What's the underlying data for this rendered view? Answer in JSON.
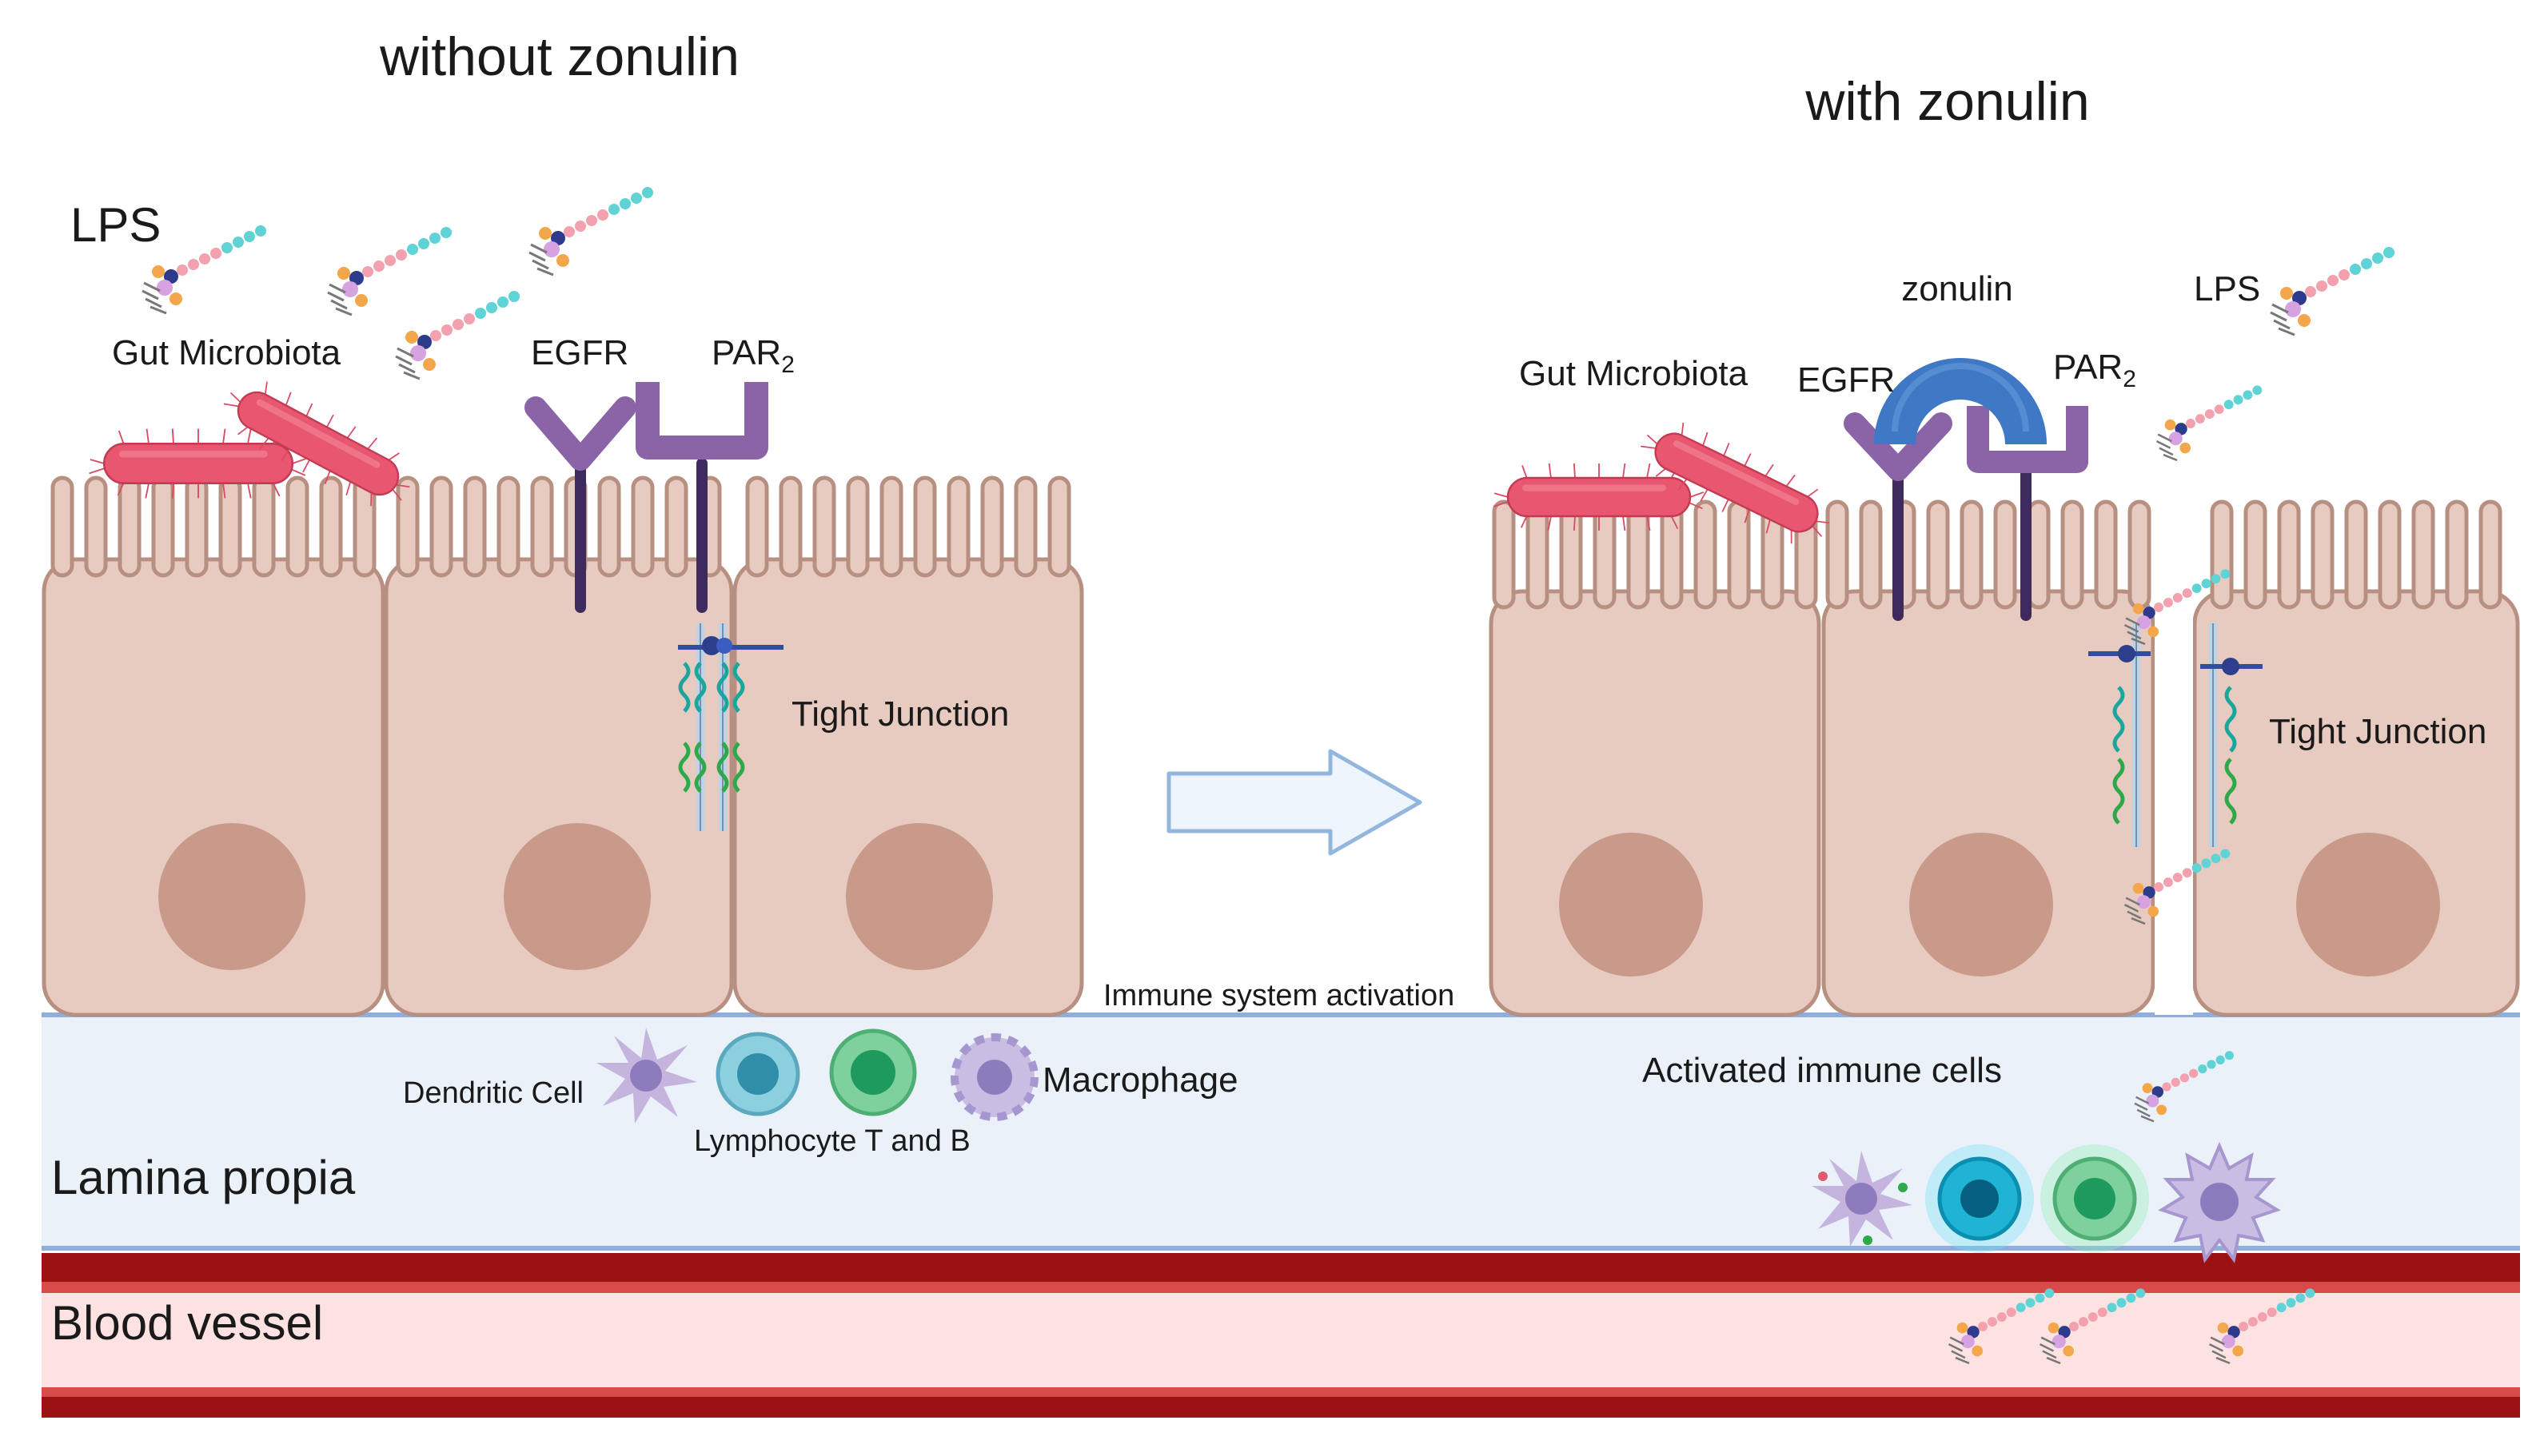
{
  "labels": {
    "title_left": "without zonulin",
    "title_right": "with zonulin",
    "lps_left": "LPS",
    "lps_right": "LPS",
    "gut_microbiota_left": "Gut Microbiota",
    "gut_microbiota_right": "Gut Microbiota",
    "egfr_left": "EGFR",
    "egfr_right": "EGFR",
    "par_left": "PAR",
    "par_right": "PAR",
    "par_sub": "2",
    "zonulin": "zonulin",
    "tight_junction_left": "Tight Junction",
    "tight_junction_right": "Tight Junction",
    "immune_activation": "Immune system activation",
    "dendritic_cell": "Dendritic Cell",
    "lymphocyte": "Lymphocyte T and B",
    "macrophage": "Macrophage",
    "activated_cells": "Activated immune cells",
    "lamina_propia": "Lamina propia",
    "blood_vessel": "Blood vessel"
  },
  "colors": {
    "cell_fill": "#e8cbc0",
    "cell_stroke": "#b89082",
    "nucleus": "#c9998a",
    "bacteria": "#e9566f",
    "receptor": "#5b3a6e",
    "receptor_arm": "#8b64a8",
    "zonulin": "#3f78c4",
    "lamina_bg": "#eaf1f8",
    "lamina_line": "#8faedc",
    "vessel_dark": "#9c1212",
    "vessel_light": "#fde2e2",
    "arrow_fill": "#eef5fc",
    "arrow_stroke": "#93b6dd"
  },
  "icons": [
    "lps-molecule-icon",
    "bacterium-icon",
    "dendritic-cell-icon",
    "lymphocyte-icon",
    "macrophage-icon",
    "right-arrow-icon"
  ]
}
